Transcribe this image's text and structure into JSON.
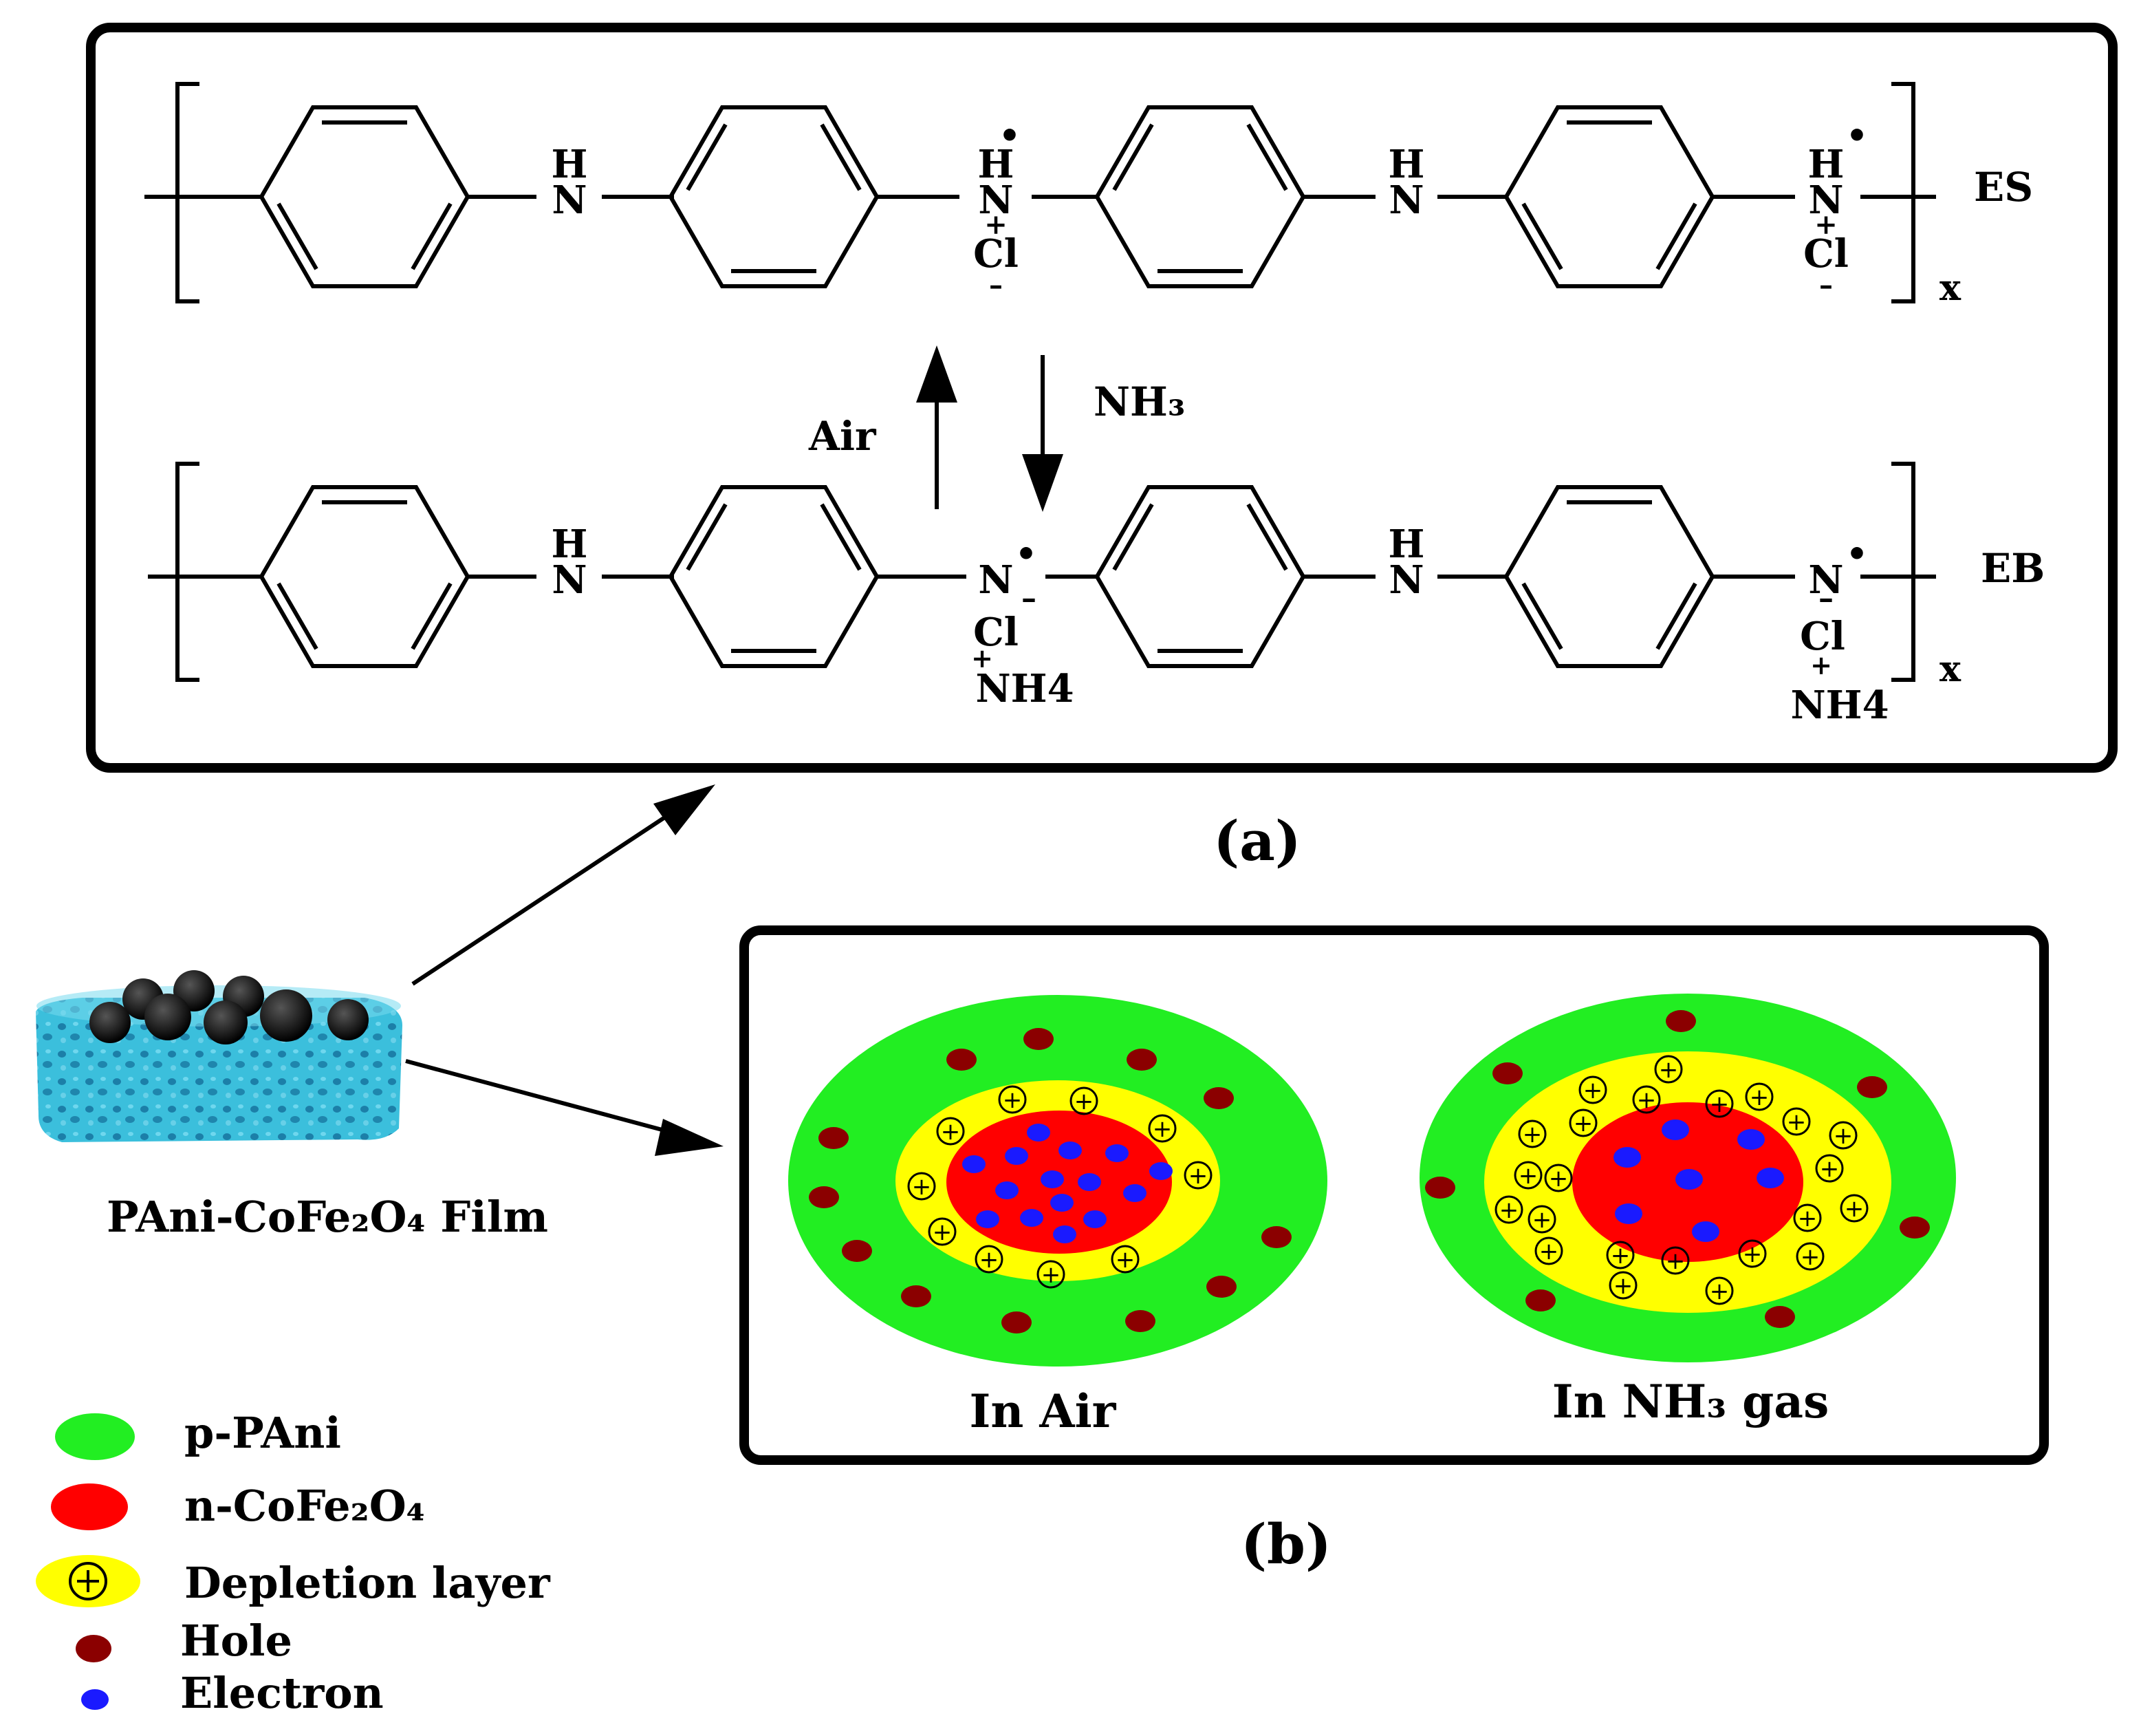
{
  "panel_a": {
    "label": "(a)",
    "es_label": "ES",
    "eb_label": "EB",
    "repeat_subscript": "x",
    "n_atom": "N",
    "h_atom": "H",
    "cl_atom": "Cl",
    "nh4_group": "NH4",
    "plus_sign": "+",
    "minus_sign": "–",
    "radical_dot": "•",
    "arrow_down_label": "NH₃",
    "arrow_up_label": "Air"
  },
  "film": {
    "label": "PAni-CoFe₂O₄ Film"
  },
  "panel_b": {
    "label": "(b)",
    "in_air_label": "In Air",
    "in_nh3_label": "In NH₃ gas",
    "plus_symbol": "+"
  },
  "legend": {
    "items": [
      {
        "label": "p-PAni",
        "color": "#22ee22"
      },
      {
        "label": "n-CoFe₂O₄",
        "color": "#ff0000"
      },
      {
        "label": "Depletion layer",
        "color": "#ffff00"
      },
      {
        "label": "Hole",
        "color": "#8b0000"
      },
      {
        "label": "Electron",
        "color": "#0000ff"
      }
    ]
  },
  "colors": {
    "p_pani": "#22ee22",
    "n_cofe2o4": "#ff0000",
    "depletion": "#ffff00",
    "hole": "#8b0000",
    "electron": "#1a1aff"
  }
}
